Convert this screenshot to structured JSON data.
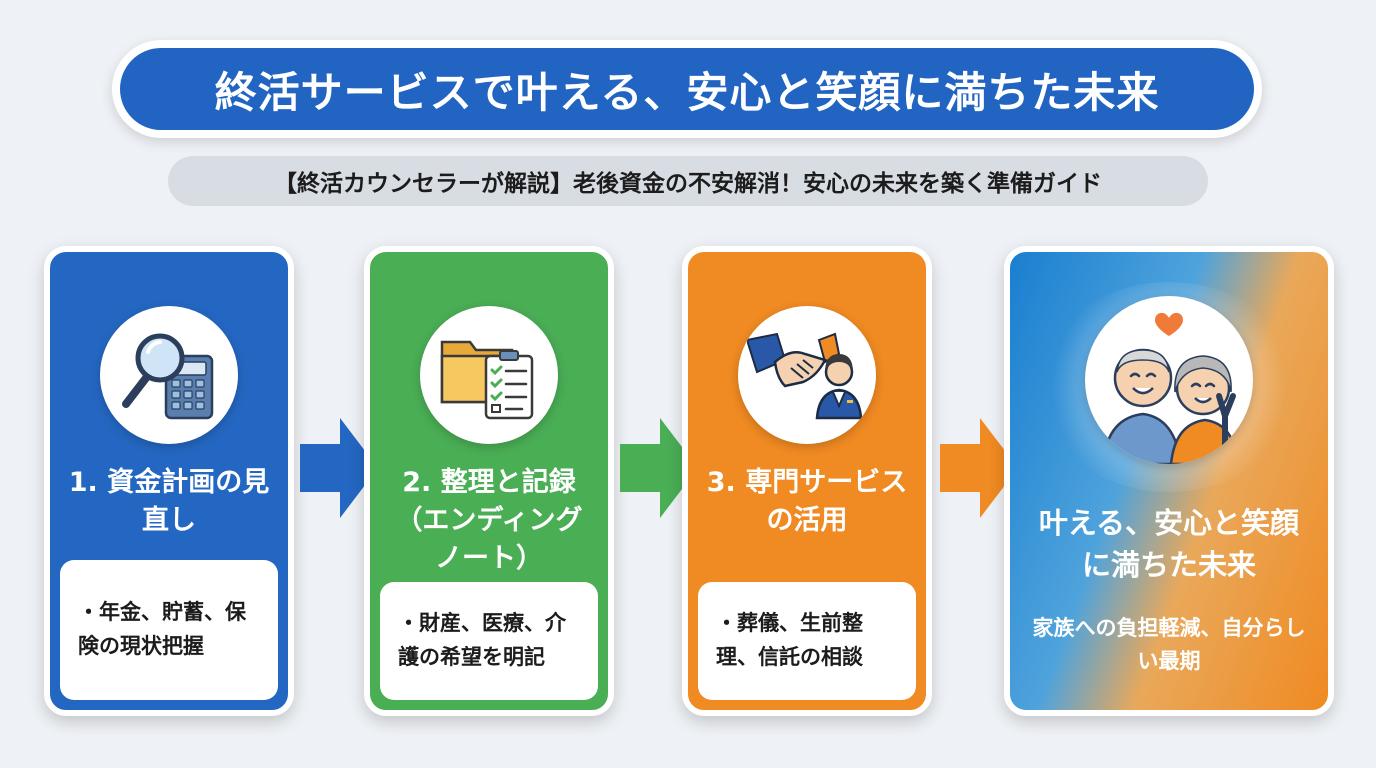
{
  "header": {
    "title": "終活サービスで叶える、安心と笑顔に満ちた未来",
    "subtitle": "【終活カウンセラーが解説】老後資金の不安解消！安心の未来を築く準備ガイド"
  },
  "steps": [
    {
      "title": "1. 資金計画の見直し",
      "detail": "・年金、貯蓄、保険の現状把握",
      "icon": "magnifier-calculator-icon",
      "color": "#2467c2"
    },
    {
      "title": "2. 整理と記録（エンディングノート）",
      "detail": "・財産、医療、介護の希望を明記",
      "icon": "folder-checklist-icon",
      "color": "#4aae55"
    },
    {
      "title": "3. 専門サービスの活用",
      "detail": "・葬儀、生前整理、信託の相談",
      "icon": "handshake-advisor-icon",
      "color": "#f08a22"
    }
  ],
  "final": {
    "title": "叶える、安心と笑顔に満ちた未来",
    "detail": "家族への負担軽減、自分らしい最期",
    "icon": "happy-elderly-couple-icon"
  }
}
